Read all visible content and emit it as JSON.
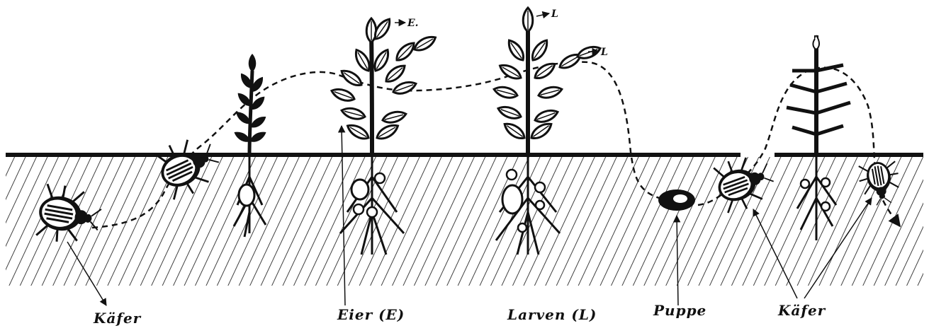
{
  "labels": {
    "kaefer_left": "Käfer",
    "eier": "Eier (E)",
    "larven": "Larven (L)",
    "puppe": "Puppe",
    "kaefer_right": "Käfer"
  },
  "markers": {
    "egg": "E.",
    "larva_1": "L",
    "larva_2": "L"
  },
  "colors": {
    "ink": "#111111",
    "paper": "#ffffff"
  }
}
